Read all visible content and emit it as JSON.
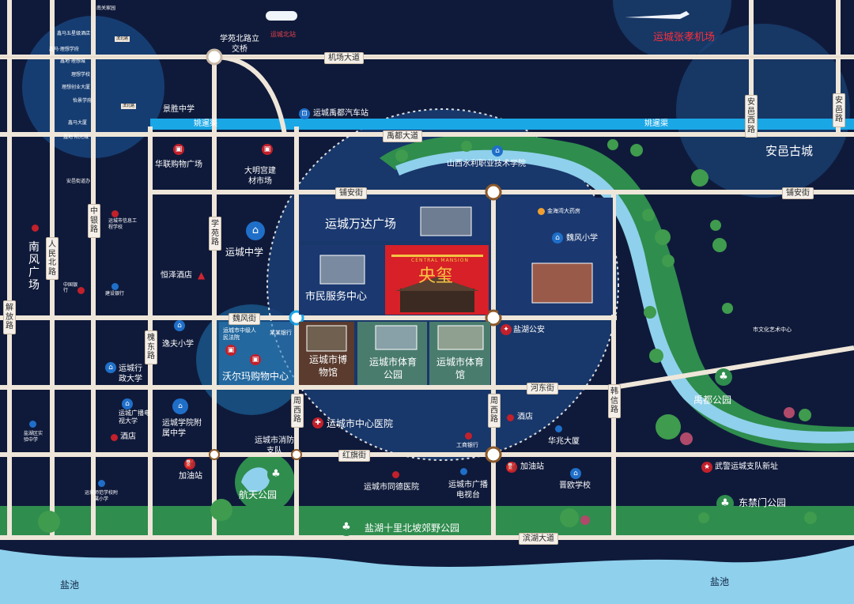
{
  "map_labels": {
    "airport": "运城张孝机场",
    "train_station": "运城北站",
    "anyi": "安邑古城",
    "nanfeng": "南风广场",
    "jiefang": "解放路",
    "renmin_n": "人民北路",
    "zhongyin": "中银路",
    "xueyuan": "学苑路",
    "huaidong": "槐东路",
    "zhouxi": "周西路",
    "zhouxi2": "周西路",
    "anyixi": "安邑西路",
    "anyi_road": "安邑路",
    "weixin": "韩信路",
    "xueyuan_bridge": "学苑北路立交桥",
    "jichang": "机场大道",
    "yaoxian_canal_w": "姚暹渠",
    "yaoxian_canal_e": "姚暹渠",
    "yudu_ave": "禹都大道",
    "puan": "铺安街",
    "puan_e": "铺安街",
    "weifeng": "魏风街",
    "hedong": "河东街",
    "hongqi": "红旗街",
    "binhu": "滨湖大道",
    "bus_station": "运城禹都汽车站",
    "jingsheng": "景胜中学",
    "hualian": "华联购物广场",
    "daming": "大明宫建材市场",
    "yuncheng_ms": "运城中学",
    "hengze": "恒泽酒店",
    "yifu": "逸夫小学",
    "yunchengxing": "运城行政大学",
    "dianshi": "运城广播电视大学",
    "xuefu": "运城学院附属中学",
    "hotel": "酒店",
    "gas1": "加油站",
    "xiaofang": "运城市消防支队",
    "zhongxin_hosp": "运城市中心医院",
    "tongde": "运城市同德医院",
    "guangdian": "运城市广播电视台",
    "gas2": "加油站",
    "jinou": "晋欧学校",
    "huazhao": "华兆大厦",
    "hotel2": "酒店",
    "icbc": "工商银行",
    "yanhu_police": "盐湖公安",
    "wumei": "武警运城支队新址",
    "shuili": "山西水利职业技术学院",
    "wanda": "运城万达广场",
    "shimin": "市民服务中心",
    "weifeng_school": "魏风小学",
    "jinhai": "金海湾大药房",
    "museum": "运城市博物馆",
    "sports_park": "运城市体育公园",
    "stadium": "运城市体育馆",
    "walmart": "沃尔玛购物中心",
    "court": "运城市中级人民法院",
    "bank_in": "某某银行",
    "shi_art": "市文化艺术中心",
    "yudu_park": "禹都公园",
    "dongjin_park": "东禁门公园",
    "hangtian": "航天公园",
    "yanhu_park": "盐湖十里北坡郊野公园",
    "salt_w": "盐池",
    "salt_e": "盐池",
    "chinabank": "中国银行",
    "ccb": "建设银行",
    "xinfu": "运城市信息工程学校",
    "yanhu_school": "盐湖区实验中学",
    "shifan": "运城师范学校附属小学",
    "anyifu": "安邑街道办"
  },
  "hero": {
    "brand": "央玺",
    "brand_sub": "CENTRAL MANSION"
  },
  "inset_left": {
    "items": [
      "鑫马五星级酒店",
      "鑫马·理想学府",
      "鑫地·理想城",
      "理想学校",
      "理想创业大厦",
      "怡景学府",
      "鑫马大厦",
      "鑫地·阳光城"
    ],
    "top": "南关家园",
    "road1": "滨北路",
    "road2": "滨北路"
  },
  "colors": {
    "bg": "#0f1a3a",
    "road": "#efe6da",
    "canal": "#1aa7e6",
    "salt_lake": "#8fd0ec",
    "green": "#2f8d4e",
    "brand_red": "#d72028",
    "circle_fill": "#1a3d73"
  }
}
